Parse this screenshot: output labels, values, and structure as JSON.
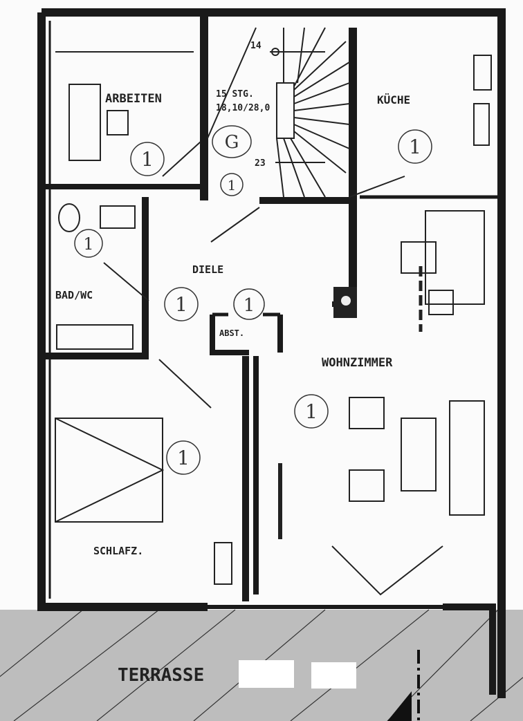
{
  "rooms": {
    "arbeiten": "ARBEITEN",
    "kueche": "KÜCHE",
    "diele": "DIELE",
    "bad": "BAD/WC",
    "abst": "ABST.",
    "wohnzimmer": "WOHNZIMMER",
    "schlafz": "SCHLAFZ.",
    "terrasse": "TERRASSE"
  },
  "stairs": {
    "count": "15 STG.",
    "dimension": "18,10/28,0",
    "step_top": "14",
    "step_bottom": "23",
    "marker": "G"
  },
  "markers": {
    "one": "1"
  },
  "colors": {
    "wall": "#1a1a1a",
    "terrace": "#bdbdbd"
  }
}
